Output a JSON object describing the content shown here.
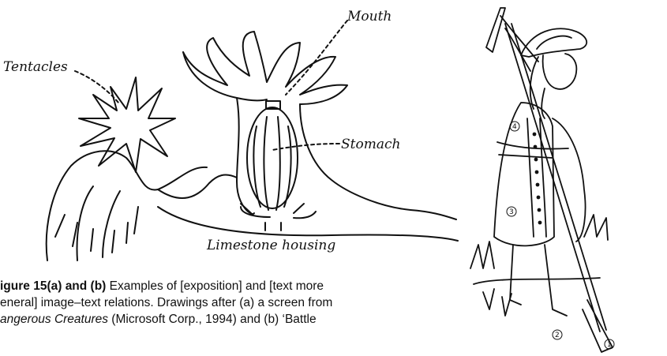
{
  "labels": {
    "tentacles": "Tentacles",
    "mouth": "Mouth",
    "stomach": "Stomach",
    "housing": "Limestone housing"
  },
  "caption": {
    "fig_label": "igure 15(a) and (b)",
    "line1_rest": " Examples of [exposition] and [text more",
    "line2": "eneral] image–text relations. Drawings after (a) a screen from",
    "title_italic": "angerous Creatures",
    "line3_rest": " (Microsoft Corp., 1994) and (b) ‘Battle"
  },
  "soldier_markers": [
    "4",
    "3",
    "2",
    "1"
  ]
}
